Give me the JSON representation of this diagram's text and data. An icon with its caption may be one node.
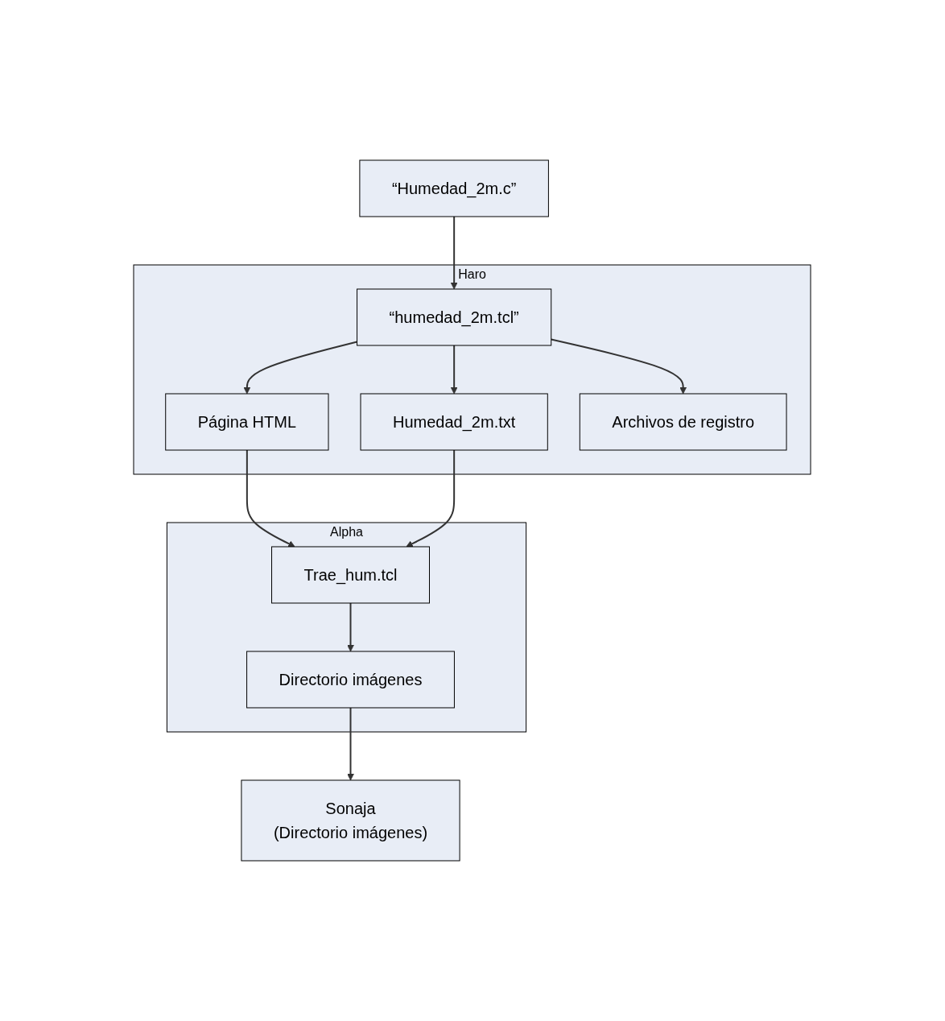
{
  "diagram": {
    "nodes": [
      {
        "text": [
          "“Humedad_2m.c”"
        ]
      },
      {
        "text": [
          "Haro"
        ]
      },
      {
        "text": [
          "“humedad_2m.tcl”"
        ],
        "in": 1
      },
      {
        "text": [
          "Página HTML"
        ],
        "in": 1
      },
      {
        "text": [
          "Humedad_2m.txt"
        ],
        "in": 1
      },
      {
        "text": [
          "Archivos de registro"
        ],
        "in": 1
      },
      {
        "text": [
          "Alpha"
        ]
      },
      {
        "text": [
          "Trae_hum.tcl"
        ],
        "in": 6
      },
      {
        "text": [
          "Directorio imágenes"
        ],
        "in": 6
      },
      {
        "text": [
          "Sonaja",
          "(Directorio imágenes)"
        ]
      }
    ],
    "edges": [
      {
        "from": 0,
        "to": 2,
        "arrow": "to"
      },
      {
        "from": 2,
        "to": 3,
        "arrow": "to"
      },
      {
        "from": 2,
        "to": 4,
        "arrow": "to"
      },
      {
        "from": 2,
        "to": 5,
        "arrow": "to"
      },
      {
        "from": 3,
        "to": 7,
        "arrow": "to"
      },
      {
        "from": 4,
        "to": 7,
        "arrow": "to"
      },
      {
        "from": 7,
        "to": 8,
        "arrow": "to"
      },
      {
        "from": 8,
        "to": 9,
        "arrow": "to"
      }
    ]
  }
}
